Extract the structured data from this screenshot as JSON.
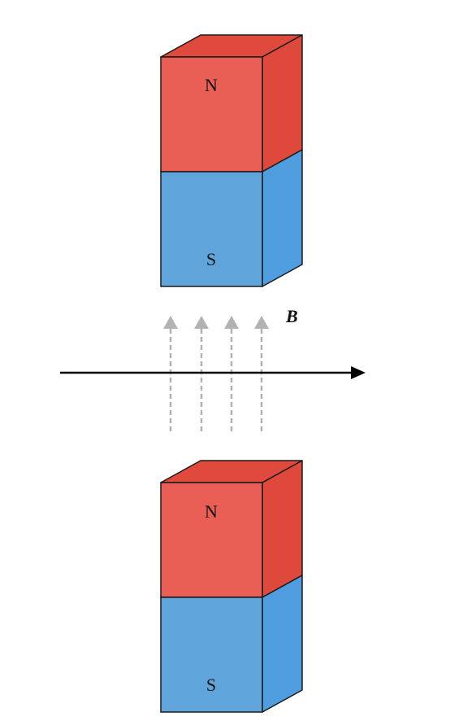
{
  "diagram": {
    "top_magnet": {
      "upper_pole": "N",
      "lower_pole": "S"
    },
    "bottom_magnet": {
      "upper_pole": "N",
      "lower_pole": "S"
    },
    "field": {
      "label": "B",
      "line_count": 4,
      "direction": "up"
    },
    "wire": {
      "direction": "right"
    },
    "colors": {
      "north_front": "#ea5f55",
      "north_top": "#e04a3c",
      "north_side": "#df493b",
      "south_front": "#5fa5dc",
      "south_side": "#4f9ddf",
      "outline": "#1a1a1a",
      "field_lines": "#b2b2b2",
      "wire": "#000000"
    }
  }
}
